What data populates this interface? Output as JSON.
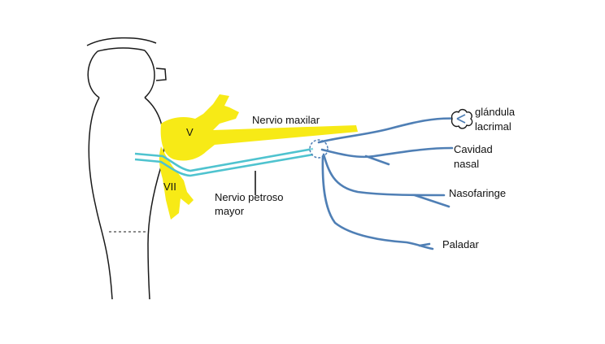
{
  "colors": {
    "outline": "#1a1a1a",
    "trigeminal_yellow": "#f7ea16",
    "petrosal_cyan": "#4fc3cf",
    "parasympathetic_blue": "#4f7fb5"
  },
  "labels": {
    "v": "V",
    "vii": "VII",
    "maxillary_nerve": "Nervio maxilar",
    "greater_petrosal_1": "Nervio petroso",
    "greater_petrosal_2": "mayor",
    "lacrimal_1": "glándula",
    "lacrimal_2": "lacrimal",
    "nasal_1": "Cavidad",
    "nasal_2": "nasal",
    "nasopharynx": "Nasofaringe",
    "palate": "Paladar"
  }
}
